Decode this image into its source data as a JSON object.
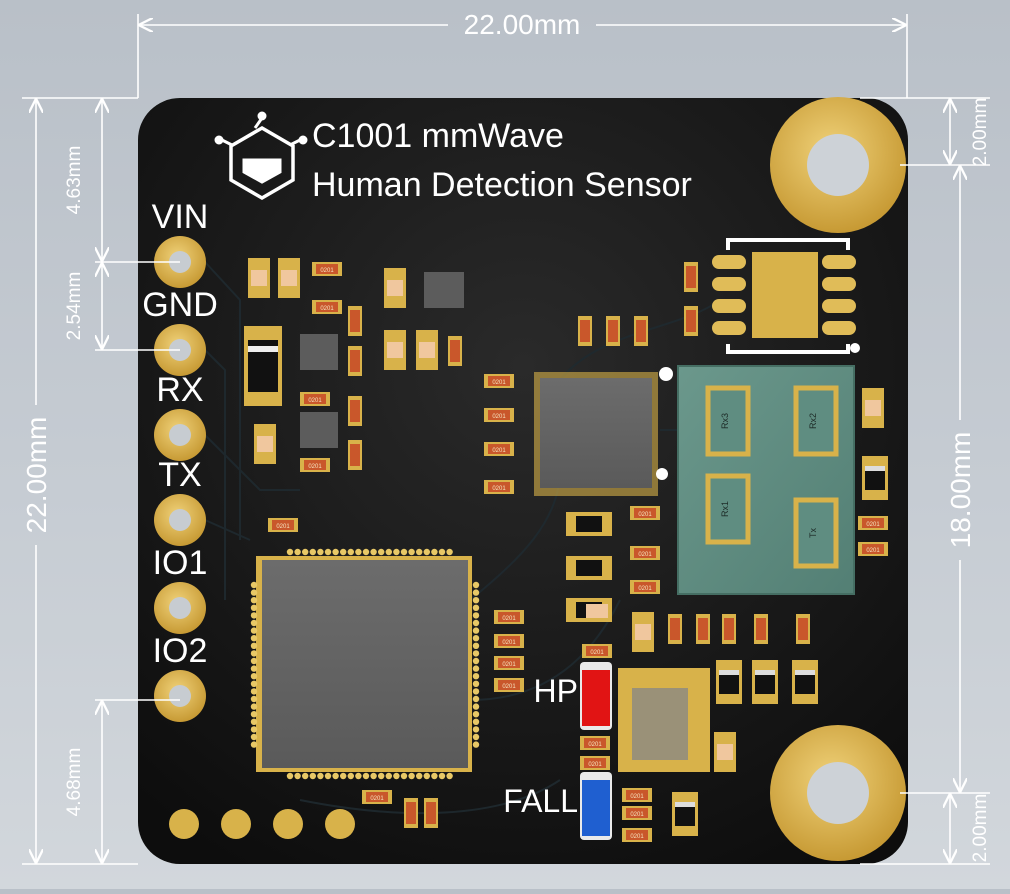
{
  "board": {
    "title_line1": "C1001 mmWave",
    "title_line2": "Human Detection Sensor",
    "pins": [
      {
        "label": "VIN"
      },
      {
        "label": "GND"
      },
      {
        "label": "RX"
      },
      {
        "label": "TX"
      },
      {
        "label": "IO1"
      },
      {
        "label": "IO2"
      }
    ],
    "leds": [
      {
        "label": "HP",
        "color": "#e11414"
      },
      {
        "label": "FALL",
        "color": "#1f5fd0"
      }
    ],
    "antennas": [
      "Rx3",
      "Rx2",
      "Rx1",
      "Tx"
    ],
    "small_marking": "0201",
    "colors": {
      "pcb": "#131313",
      "gold": "#d8b24a",
      "antenna_board": "#5e8c80"
    }
  },
  "dimensions": {
    "width_top": "22.00mm",
    "height_left": "22.00mm",
    "height_right": "18.00mm",
    "top_to_pin1": "4.63mm",
    "pin_pitch": "2.54mm",
    "pin6_to_bottom": "4.68mm",
    "hole_top_offset": "2.00mm",
    "hole_bottom_offset": "2.00mm"
  }
}
